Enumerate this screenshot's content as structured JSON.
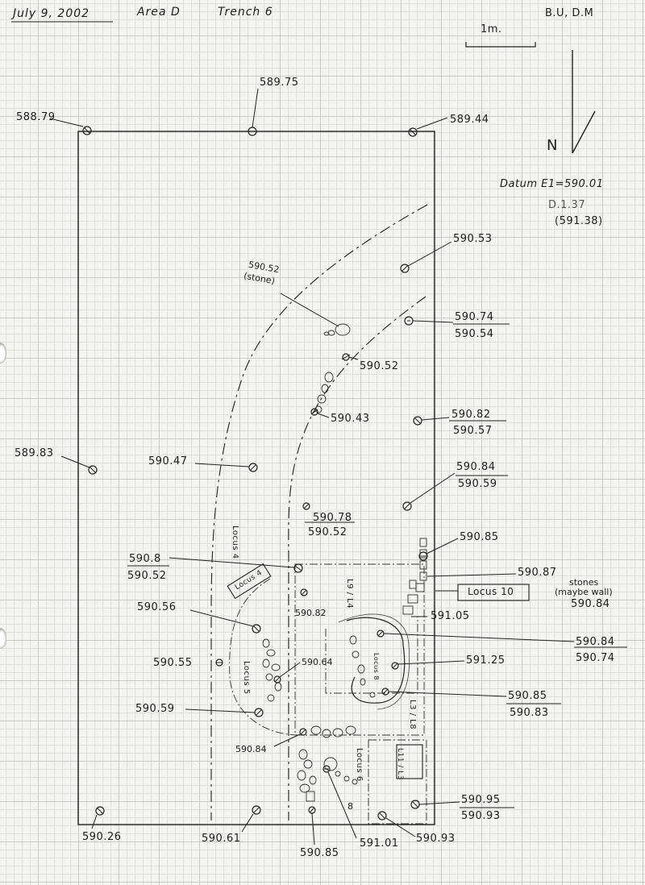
{
  "header": {
    "date": "July 9, 2002",
    "area": "Area D",
    "trench": "Trench 6",
    "initials": "B.U, D.M",
    "scale_label": "1m.",
    "north_label": "N"
  },
  "datum": {
    "label": "Datum E1=590.01",
    "line2": "D.1.37",
    "line3": "(591.38)"
  },
  "elevations": {
    "nw_corner": "588.79",
    "n_mid": "589.75",
    "ne_corner": "589.44",
    "e_590_53": "590.53",
    "stone_upper": "590.52",
    "stone_note": "(stone)",
    "e_590_74": "590.74",
    "e_590_54": "590.54",
    "c_590_52": "590.52",
    "c_590_43": "590.43",
    "e_590_82": "590.82",
    "e_590_57": "590.57",
    "w_589_83": "589.83",
    "c_590_47": "590.47",
    "e_590_84": "590.84",
    "e_590_59": "590.59",
    "c_590_78": "590.78",
    "c_590_52b": "590.52",
    "e_590_85": "590.85",
    "w_590_8": "590.8",
    "w_590_52": "590.52",
    "e_590_87": "590.87",
    "stones_note": "stones",
    "maybe_wall": "(maybe wall)",
    "stones_elev": "590.84",
    "c_590_82": "590.82",
    "e_591_05": "591.05",
    "w_590_56": "590.56",
    "r_590_84": "590.84",
    "r_590_74": "590.74",
    "w_590_55": "590.55",
    "c_590_64": "590.64",
    "e_591_25": "591.25",
    "r_590_85": "590.85",
    "r_590_83": "590.83",
    "w_590_59": "590.59",
    "c_590_84": "590.84",
    "e_590_95": "590.95",
    "e_590_93": "590.93",
    "sw_corner": "590.26",
    "s_590_61": "590.61",
    "s_590_85": "590.85",
    "s_591_01": "591.01",
    "s_590_93": "590.93"
  },
  "loci": {
    "locus4": "Locus 4",
    "locus4_box": "Locus 4",
    "locus10": "Locus 10",
    "locus5": "Locus 5",
    "locus6": "Locus 6",
    "l9_l4": "L9 / L4",
    "l3_l8": "L3 / L8",
    "l11_l3": "L11 / L3",
    "locus_inner": "Locus 8",
    "mark_8": "8"
  }
}
